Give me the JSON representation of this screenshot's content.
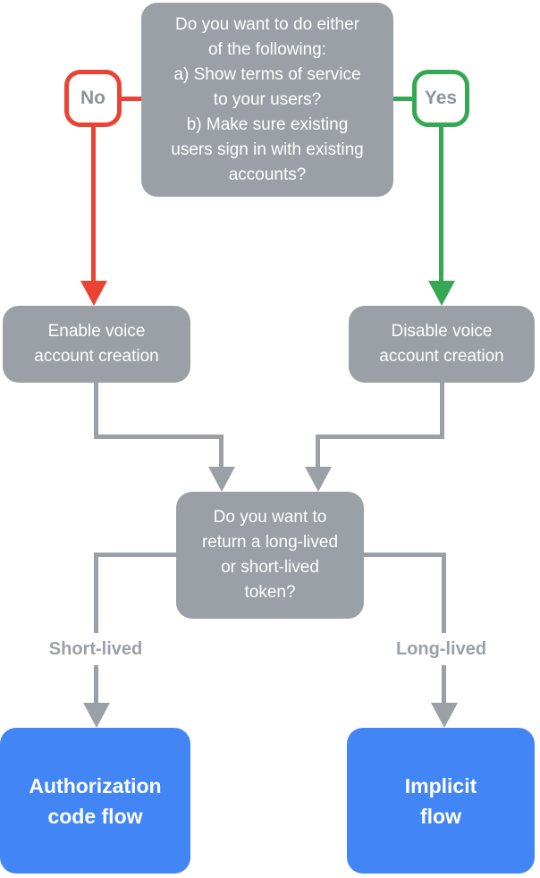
{
  "diagram": {
    "type": "flowchart",
    "colors": {
      "node_gray": "#9AA0A6",
      "no_red": "#EA4335",
      "yes_green": "#34A853",
      "end_blue": "#4285F4",
      "badge_text_gray": "#8e949a",
      "node_text": "#ffffff",
      "background": "#ffffff"
    },
    "nodes": {
      "question1": {
        "text": "Do you want to do either\nof the following:\na) Show terms of service\nto your users?\nb) Make sure existing\nusers sign in with existing\naccounts?"
      },
      "no": {
        "label": "No"
      },
      "yes": {
        "label": "Yes"
      },
      "enable": {
        "text": "Enable voice\naccount creation"
      },
      "disable": {
        "text": "Disable voice\naccount creation"
      },
      "question2": {
        "text": "Do you want to\nreturn a long-lived\nor short-lived\ntoken?"
      },
      "short_lived": {
        "label": "Short-lived"
      },
      "long_lived": {
        "label": "Long-lived"
      },
      "auth_code": {
        "text": "Authorization\ncode flow"
      },
      "implicit": {
        "text": "Implicit\nflow"
      }
    },
    "edges": [
      {
        "from": "question1",
        "to": "enable",
        "label": "No"
      },
      {
        "from": "question1",
        "to": "disable",
        "label": "Yes"
      },
      {
        "from": "enable",
        "to": "question2"
      },
      {
        "from": "disable",
        "to": "question2"
      },
      {
        "from": "question2",
        "to": "auth_code",
        "label": "Short-lived"
      },
      {
        "from": "question2",
        "to": "implicit",
        "label": "Long-lived"
      }
    ]
  }
}
